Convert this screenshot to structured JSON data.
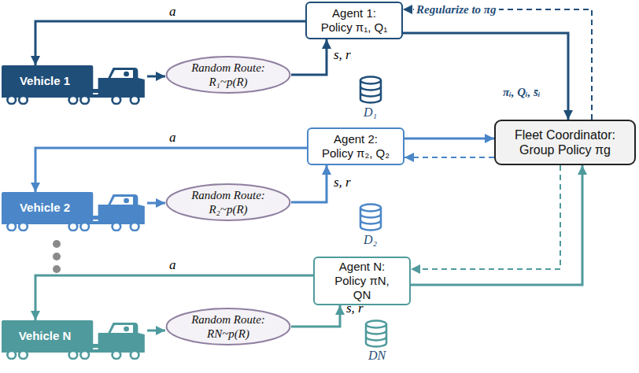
{
  "diagram": {
    "nodes": [
      {
        "text": [
          "Agent 1: Policy π₁, Q₁"
        ]
      },
      {
        "text": [
          "Vehicle 1"
        ]
      },
      {
        "text": [
          "Random Route: R₁~p(R)"
        ]
      },
      {
        "text": [
          "Fleet Coordinator: Group Policy πg"
        ]
      },
      {
        "text": [
          "Agent 2: Policy π₂, Q₂"
        ]
      },
      {
        "text": [
          "Vehicle 2"
        ]
      },
      {
        "text": [
          "Random Route: R₂~p(R)"
        ]
      },
      {
        "text": [
          "Agent N: Policy πN, QN"
        ]
      },
      {
        "text": [
          "Vehicle N"
        ]
      },
      {
        "text": [
          "Random Route: RN~p(R)"
        ]
      }
    ],
    "edges": [
      {
        "from": 0,
        "to": 1,
        "arrow": "to",
        "label": "a"
      },
      {
        "from": 1,
        "to": 2,
        "arrow": "to"
      },
      {
        "from": 2,
        "to": 0,
        "arrow": "to",
        "label": "s, r"
      },
      {
        "from": 0,
        "to": 3,
        "arrow": "to",
        "label": "πᵢ, Qᵢ, s̄ᵢ"
      },
      {
        "from": 3,
        "to": 0,
        "arrow": "to",
        "label": "Regularize to πg"
      },
      {
        "from": 4,
        "to": 5,
        "arrow": "to",
        "label": "a"
      },
      {
        "from": 5,
        "to": 6,
        "arrow": "to"
      },
      {
        "from": 6,
        "to": 4,
        "arrow": "to",
        "label": "s, r"
      },
      {
        "from": 4,
        "to": 3,
        "arrow": "to"
      },
      {
        "from": 3,
        "to": 4,
        "arrow": "to"
      },
      {
        "from": 7,
        "to": 8,
        "arrow": "to",
        "label": "a"
      },
      {
        "from": 8,
        "to": 9,
        "arrow": "to"
      },
      {
        "from": 9,
        "to": 7,
        "arrow": "to",
        "label": "s, r"
      },
      {
        "from": 7,
        "to": 3,
        "arrow": "to"
      },
      {
        "from": 3,
        "to": 7,
        "arrow": "to"
      }
    ],
    "labels": [
      "D₁",
      "D₂",
      "DN"
    ]
  }
}
